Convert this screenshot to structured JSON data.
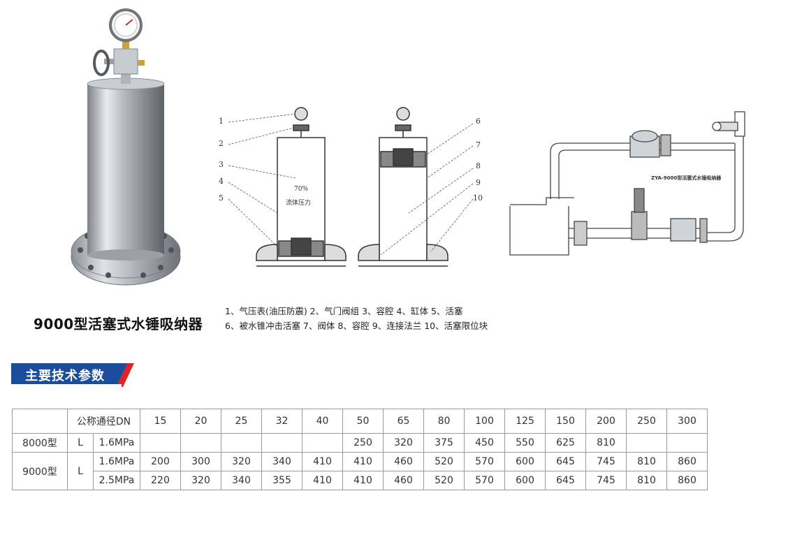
{
  "product": {
    "title": "9000型活塞式水锤吸纳器"
  },
  "diagram": {
    "left_numbers": [
      "1",
      "2",
      "3",
      "4",
      "5"
    ],
    "right_numbers": [
      "6",
      "7",
      "8",
      "9",
      "10"
    ],
    "inner_text_1": "70%",
    "inner_text_2": "流体压力",
    "system_label": "ZYA-9000型活塞式水锤吸纳器"
  },
  "legend": {
    "line1": "1、气压表(油压防震)   2、气门阀组   3、容腔   4、缸体   5、活塞",
    "line2": "6、被水锥冲击活塞  7、阀体  8、容腔  9、连接法兰  10、活塞限位块"
  },
  "section": {
    "title": "主要技术参数",
    "banner_colors": {
      "main": "#1a4e9c",
      "accent": "#d8262b"
    }
  },
  "table": {
    "header_label": "公称通径DN",
    "dn": [
      "15",
      "20",
      "25",
      "32",
      "40",
      "50",
      "65",
      "80",
      "100",
      "125",
      "150",
      "200",
      "250",
      "300"
    ],
    "rows": [
      {
        "model": "8000型",
        "dim": "L",
        "pressure": "1.6MPa",
        "values": [
          "",
          "",
          "",
          "",
          "",
          "250",
          "320",
          "375",
          "450",
          "550",
          "625",
          "810",
          "",
          ""
        ]
      },
      {
        "model": "9000型",
        "dim": "L",
        "pressure": "1.6MPa",
        "values": [
          "200",
          "300",
          "320",
          "340",
          "410",
          "410",
          "460",
          "520",
          "570",
          "600",
          "645",
          "745",
          "810",
          "860"
        ]
      },
      {
        "pressure": "2.5MPa",
        "values": [
          "220",
          "320",
          "340",
          "355",
          "410",
          "410",
          "460",
          "520",
          "570",
          "600",
          "645",
          "745",
          "810",
          "860"
        ]
      }
    ]
  }
}
